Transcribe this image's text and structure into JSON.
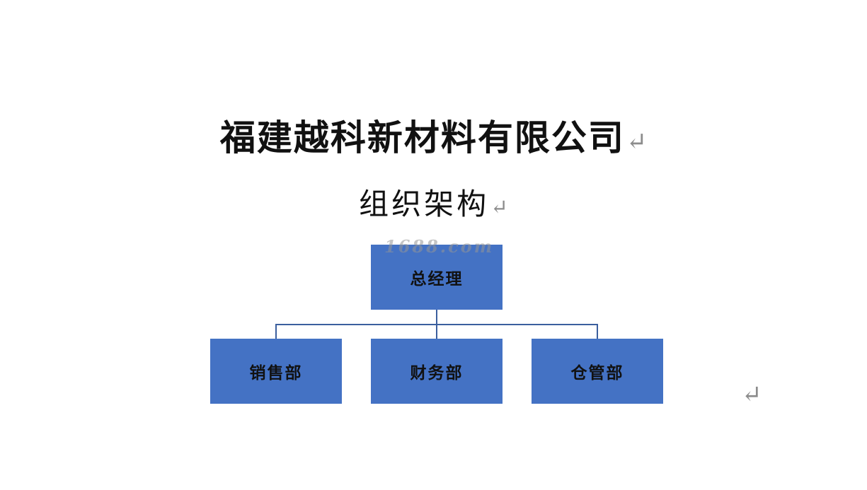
{
  "document": {
    "company_title": "福建越科新材料有限公司",
    "chart_title": "组织架构",
    "paragraph_mark": "↵",
    "watermark": "1688.com"
  },
  "org_chart": {
    "root": {
      "label": "总经理"
    },
    "children": [
      {
        "label": "销售部"
      },
      {
        "label": "财务部"
      },
      {
        "label": "仓管部"
      }
    ]
  },
  "colors": {
    "node_fill": "#4472c4",
    "connector": "#3b5f9e",
    "paragraph_mark": "#8c8c8c"
  }
}
